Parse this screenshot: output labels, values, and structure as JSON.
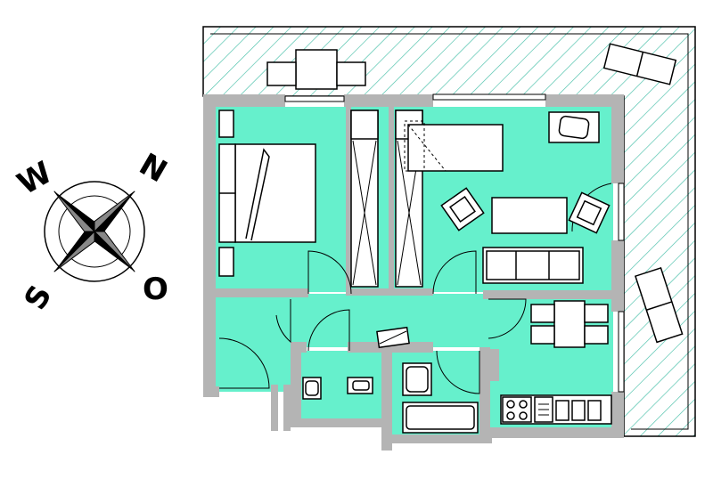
{
  "diagram": {
    "type": "floor-plan",
    "compass": {
      "labels": {
        "north": "N",
        "east": "O",
        "south": "S",
        "west": "W"
      }
    },
    "colors": {
      "floor": "#66f0cc",
      "wall": "#b4b4b4",
      "terrace_hatch": "#46bfa8",
      "furniture_fill": "#ffffff",
      "outline": "#000000",
      "background": "#ffffff"
    },
    "rooms": [
      "terrace",
      "bedroom",
      "living-room",
      "hallway",
      "entrance",
      "toilet",
      "bathroom",
      "dining-kitchen"
    ]
  }
}
